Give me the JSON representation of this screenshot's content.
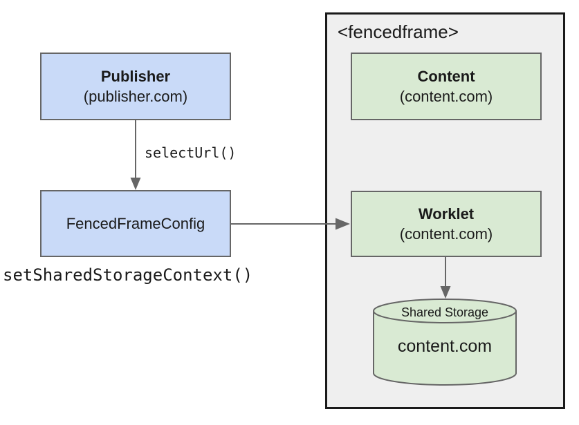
{
  "diagram": {
    "publisher_box": {
      "title": "Publisher",
      "subtitle": "(publisher.com)"
    },
    "select_url_label": "selectUrl()",
    "ffc_box": {
      "title": "FencedFrameConfig"
    },
    "set_shared_storage_context_label": "setSharedStorageContext()",
    "fencedframe": {
      "tag_label": "<fencedframe>",
      "content_box": {
        "title": "Content",
        "subtitle": "(content.com)"
      },
      "worklet_box": {
        "title": "Worklet",
        "subtitle": "(content.com)"
      },
      "shared_storage": {
        "label": "Shared Storage",
        "origin": "content.com"
      }
    },
    "colors": {
      "publisher_fill": "#c9daf8",
      "content_fill": "#d9ead3",
      "frame_fill": "#efefef",
      "frame_border": "#1a1a1a",
      "box_border": "#666666",
      "arrow": "#666666",
      "text": "#1a1a1a"
    }
  }
}
